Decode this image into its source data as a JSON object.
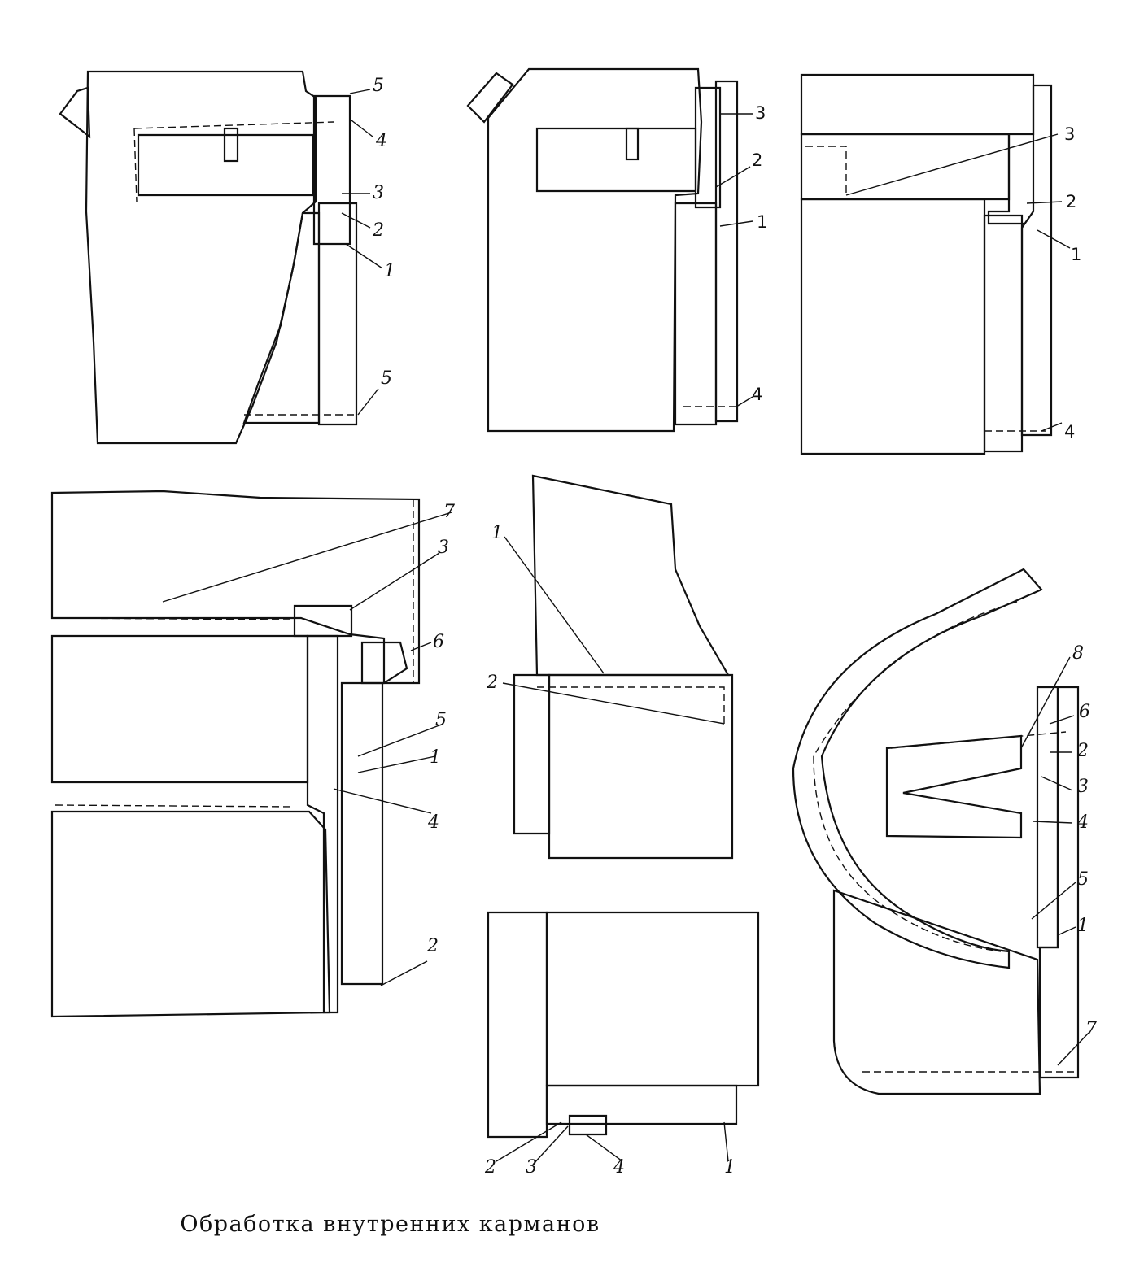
{
  "caption": "Обработка внутренних карманов",
  "diagrams": {
    "d1": {
      "labels": [
        "5",
        "4",
        "3",
        "2",
        "1",
        "5"
      ]
    },
    "d2": {
      "labels": [
        "3",
        "2",
        "1",
        "4"
      ]
    },
    "d3": {
      "labels": [
        "3",
        "2",
        "1",
        "4"
      ]
    },
    "d4": {
      "labels": [
        "7",
        "3",
        "6",
        "5",
        "1",
        "4",
        "2"
      ]
    },
    "d5": {
      "labels": [
        "1",
        "2"
      ]
    },
    "d6": {
      "labels": [
        "2",
        "3",
        "4",
        "1"
      ]
    },
    "d7": {
      "labels": [
        "8",
        "6",
        "2",
        "3",
        "4",
        "5",
        "1",
        "7"
      ]
    }
  }
}
